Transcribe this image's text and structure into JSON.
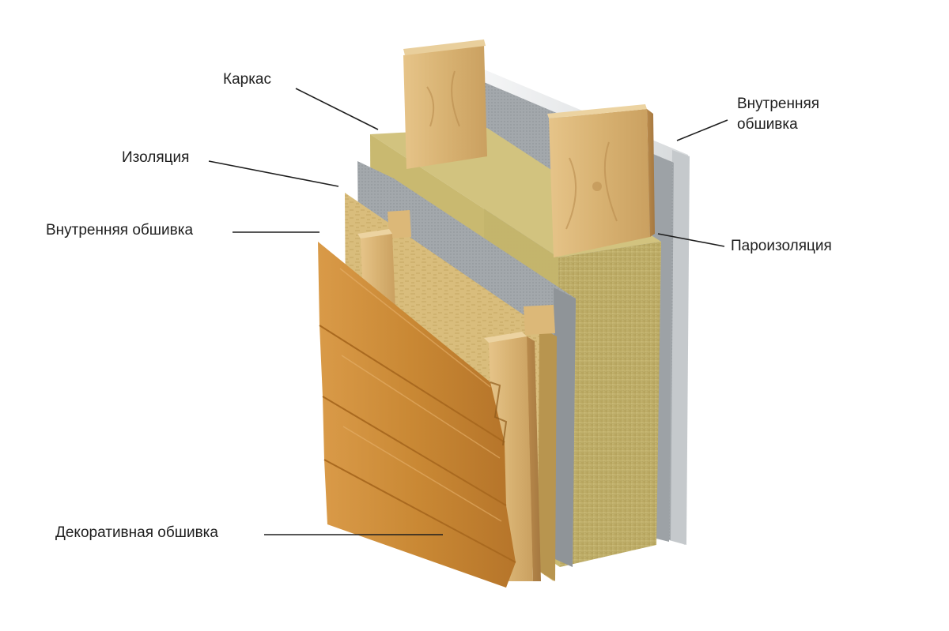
{
  "diagram": {
    "colors": {
      "stud_wood": "#dcb878",
      "insulation": "#cbb970",
      "membrane": "#a7acb0",
      "inner_board": "#eef0f1",
      "osb": "#d9bd7c",
      "siding": "#cf8e3c",
      "leader_line": "#1e1e1e"
    },
    "labels": {
      "frame": "Каркас",
      "insulation": "Изоляция",
      "inner_cladding_left": "Внутренняя обшивка",
      "decorative_cladding": "Декоративная обшивка",
      "inner_cladding_right_1": "Внутренняя",
      "inner_cladding_right_2": "обшивка",
      "vapor_barrier": "Пароизоляция"
    }
  }
}
